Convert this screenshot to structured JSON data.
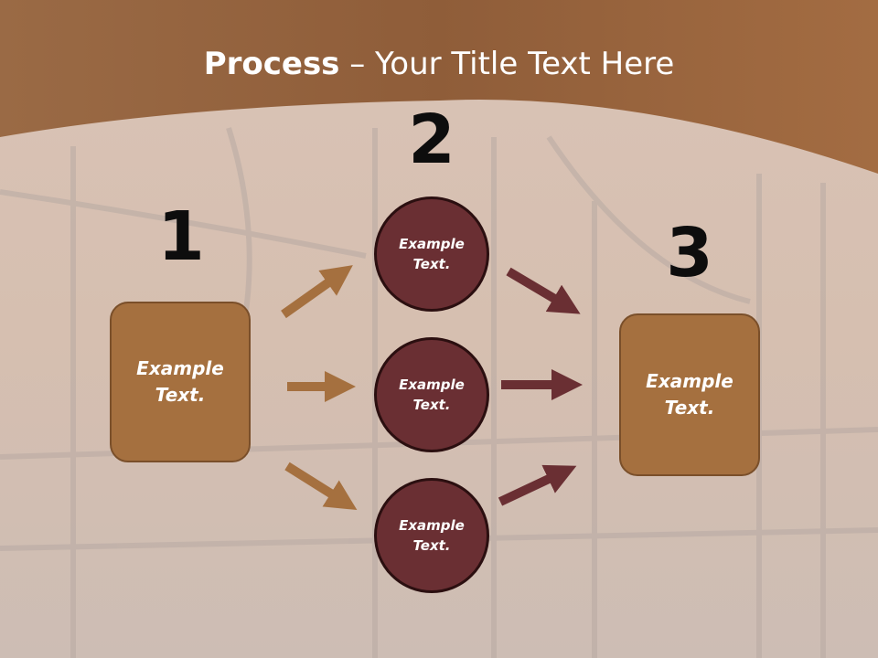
{
  "title": {
    "bold": "Process",
    "rest": " – Your Title Text Here"
  },
  "steps": [
    {
      "number": "1",
      "text": [
        "Example",
        "Text."
      ]
    },
    {
      "number": "2",
      "items": [
        [
          "Example",
          "Text."
        ],
        [
          "Example",
          "Text."
        ],
        [
          "Example",
          "Text."
        ]
      ]
    },
    {
      "number": "3",
      "text": [
        "Example",
        "Text."
      ]
    }
  ],
  "colors": {
    "header": "#8e5a35",
    "box": "#a5703f",
    "circle": "#6a2f33",
    "arrow_in": "#a5703f",
    "arrow_out": "#6a2f33"
  }
}
